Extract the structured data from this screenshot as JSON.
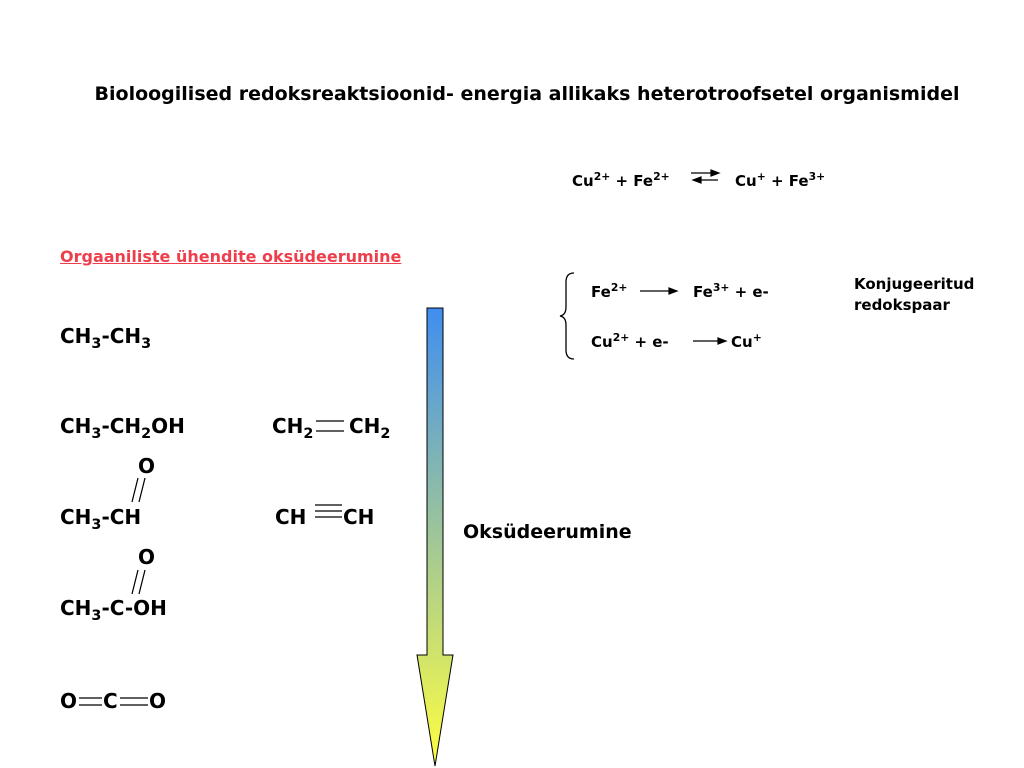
{
  "title": "Bioloogilised redoksreaktsioonid- energia allikaks heterotroofsetel organismidel",
  "equilibrium": {
    "left": [
      {
        "t": "Cu"
      },
      {
        "sup": "2+"
      },
      {
        "t": " + Fe"
      },
      {
        "sup": "2+"
      }
    ],
    "right": [
      {
        "t": "Cu"
      },
      {
        "sup": "+"
      },
      {
        "t": " + Fe"
      },
      {
        "sup": "3+"
      }
    ]
  },
  "section_title": "Orgaaniliste ühendite oksüdeerumine",
  "half_reactions": {
    "r1_left": [
      {
        "t": "Fe"
      },
      {
        "sup": "2+"
      }
    ],
    "r1_right": [
      {
        "t": "Fe"
      },
      {
        "sup": "3+"
      },
      {
        "t": " + e-"
      }
    ],
    "r2_left": [
      {
        "t": "Cu"
      },
      {
        "sup": "2+"
      },
      {
        "t": " + e-"
      }
    ],
    "r2_right": [
      {
        "t": "Cu"
      },
      {
        "sup": "+"
      }
    ]
  },
  "conjugate_label": [
    "Konjugeeritud",
    "redokspaar"
  ],
  "compounds": {
    "ethane": [
      {
        "t": "CH"
      },
      {
        "sub": "3"
      },
      {
        "t": "-CH"
      },
      {
        "sub": "3"
      }
    ],
    "ethanol": [
      {
        "t": "CH"
      },
      {
        "sub": "3"
      },
      {
        "t": "-CH"
      },
      {
        "sub": "2"
      },
      {
        "t": "OH"
      }
    ],
    "ethene_left": [
      {
        "t": "CH"
      },
      {
        "sub": "2"
      }
    ],
    "ethene_right": [
      {
        "t": "CH"
      },
      {
        "sub": "2"
      }
    ],
    "acetaldehyde_o": "O",
    "acetaldehyde": [
      {
        "t": "CH"
      },
      {
        "sub": "3"
      },
      {
        "t": "-CH"
      }
    ],
    "ethyne_left": "CH",
    "ethyne_right": "CH",
    "acetic_o": "O",
    "acetic": [
      {
        "t": "CH"
      },
      {
        "sub": "3"
      },
      {
        "t": "-C-OH"
      }
    ],
    "co2_o1": "O",
    "co2_c": "C",
    "co2_o2": "O"
  },
  "arrow_label": "Oksüdeerumine",
  "colors": {
    "section": "#ee3e4c",
    "arrow_top": "#3f8ef0",
    "arrow_bottom": "#ffff40",
    "text": "#000000"
  }
}
